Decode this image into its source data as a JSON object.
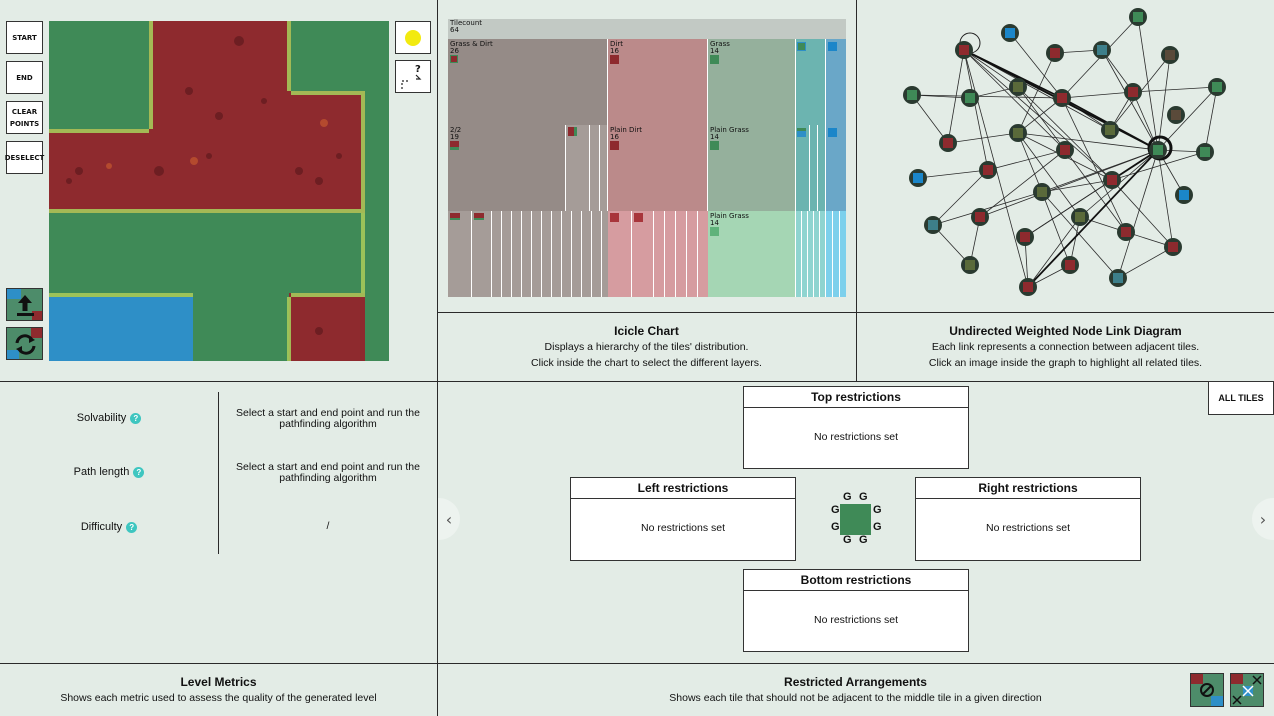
{
  "tools": {
    "start": "START",
    "end": "END",
    "clear_points": "CLEAR\nPOINTS",
    "deselect": "DESELECT",
    "upload_icon": "upload-icon",
    "refresh_icon": "refresh-icon"
  },
  "side_tools": {
    "color_swatch": "#f2ea10",
    "unknown_tile_label": "?"
  },
  "icicle": {
    "root": {
      "label": "Tilecount",
      "count": "64"
    },
    "level1": [
      {
        "label": "Grass & Dirt",
        "count": "26"
      },
      {
        "label": "Dirt",
        "count": "16"
      },
      {
        "label": "Grass",
        "count": "14"
      }
    ],
    "level2": [
      {
        "label": "2/2",
        "count": "19"
      },
      {
        "label": "Plain Dirt",
        "count": "16"
      },
      {
        "label": "Plain Grass",
        "count": "14"
      }
    ],
    "level3": [
      {
        "label": "Plain Grass",
        "count": "14"
      }
    ],
    "title": "Icicle Chart",
    "description": "Displays a hierarchy of the tiles' distribution.\nClick inside the chart to select the different layers."
  },
  "nodelink": {
    "title": "Undirected Weighted Node Link Diagram",
    "description": "Each link represents a connection between adjacent tiles.\nClick an image inside the graph to highlight all related tiles."
  },
  "metrics": {
    "rows": [
      {
        "label": "Solvability",
        "value": "Select a start and end point and run the pathfinding algorithm"
      },
      {
        "label": "Path length",
        "value": "Select a start and end point and run the pathfinding algorithm"
      },
      {
        "label": "Difficulty",
        "value": "/"
      }
    ],
    "help": "?",
    "title": "Level Metrics",
    "description": "Shows each metric used to assess the quality of the generated level"
  },
  "restrictions": {
    "top": {
      "title": "Top restrictions",
      "text": "No restrictions set"
    },
    "left": {
      "title": "Left restrictions",
      "text": "No restrictions set"
    },
    "right": {
      "title": "Right restrictions",
      "text": "No restrictions set"
    },
    "bottom": {
      "title": "Bottom restrictions",
      "text": "No restrictions set"
    },
    "edge_letter": "G",
    "all_tiles": "ALL TILES",
    "prev": "‹",
    "next": "›",
    "title": "Restricted Arrangements",
    "description": "Shows each tile that should not be adjacent to the middle tile in a given direction"
  },
  "colors": {
    "background": "#e3ece6",
    "grass": "#3f8a57",
    "dirt": "#8e2a2e",
    "water": "#2e8fc7",
    "accent": "#3ec6c0"
  }
}
